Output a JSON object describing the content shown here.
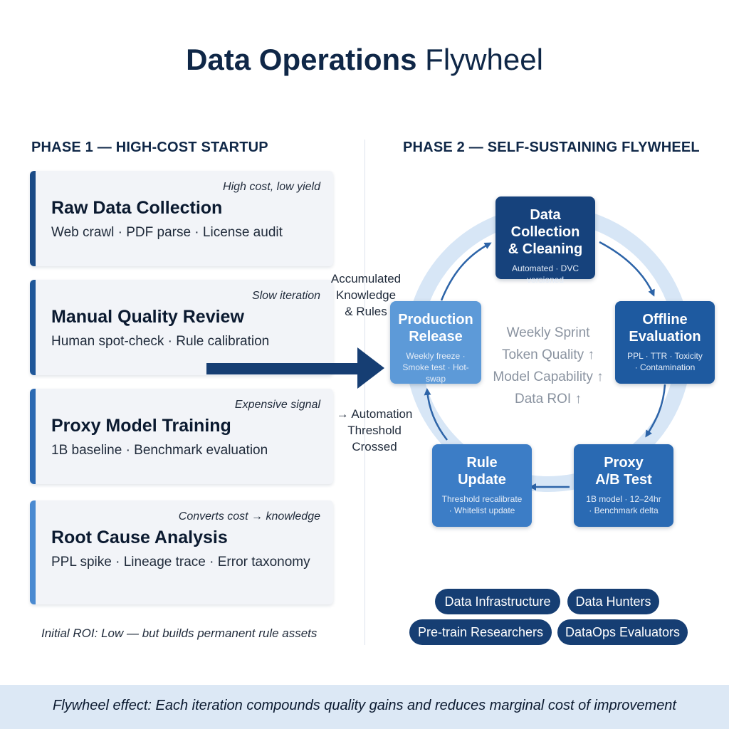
{
  "title": {
    "bold": "Data Operations",
    "light": "Flywheel"
  },
  "phase1": {
    "heading": "PHASE 1 — HIGH-COST STARTUP",
    "cards": [
      {
        "tag": "High cost, low yield",
        "title": "Raw Data Collection",
        "desc": "Web crawl · PDF parse · License audit"
      },
      {
        "tag": "Slow iteration",
        "title": "Manual Quality Review",
        "desc": "Human spot-check · Rule calibration"
      },
      {
        "tag": "Expensive signal",
        "title": "Proxy Model Training",
        "desc": "1B baseline · Benchmark evaluation"
      },
      {
        "tag": "Converts cost → knowledge",
        "title": "Root Cause Analysis",
        "desc": "PPL spike · Lineage trace · Error taxonomy"
      }
    ],
    "note": "Initial ROI: Low — but builds permanent rule assets"
  },
  "transition": {
    "top_label_lines": [
      "Accumulated",
      "Knowledge",
      "& Rules"
    ],
    "bottom_label_lines": [
      "→ Automation",
      "Threshold",
      "Crossed"
    ]
  },
  "phase2": {
    "heading": "PHASE 2 — SELF-SUSTAINING FLYWHEEL",
    "nodes": [
      {
        "title_lines": [
          "Data Collection",
          "& Cleaning"
        ],
        "sub_lines": [
          "Automated · DVC",
          "versioned"
        ]
      },
      {
        "title_lines": [
          "Offline",
          "Evaluation"
        ],
        "sub_lines": [
          "PPL · TTR · Toxicity",
          "· Contamination"
        ]
      },
      {
        "title_lines": [
          "Proxy",
          "A/B Test"
        ],
        "sub_lines": [
          "1B model · 12–24hr",
          "· Benchmark delta"
        ]
      },
      {
        "title_lines": [
          "Rule",
          "Update"
        ],
        "sub_lines": [
          "Threshold recalibrate",
          "· Whitelist update"
        ]
      },
      {
        "title_lines": [
          "Production",
          "Release"
        ],
        "sub_lines": [
          "Weekly freeze ·",
          "Smoke test · Hot-swap"
        ]
      }
    ],
    "center_lines": [
      "Weekly Sprint",
      "Token Quality ↑",
      "Model Capability ↑",
      "Data ROI ↑"
    ],
    "teams": [
      "Data Infrastructure",
      "Data Hunters",
      "Pre-train Researchers",
      "DataOps Evaluators"
    ]
  },
  "footer": "Flywheel effect: Each iteration compounds quality gains and reduces marginal cost of improvement",
  "colors": {
    "navy": "#0f2747",
    "node_dark": "#16427c",
    "node_light": "#5d9ad8",
    "ring": "#d7e6f6",
    "arrow": "#2d64a8",
    "footer_bg": "#dce8f5"
  }
}
